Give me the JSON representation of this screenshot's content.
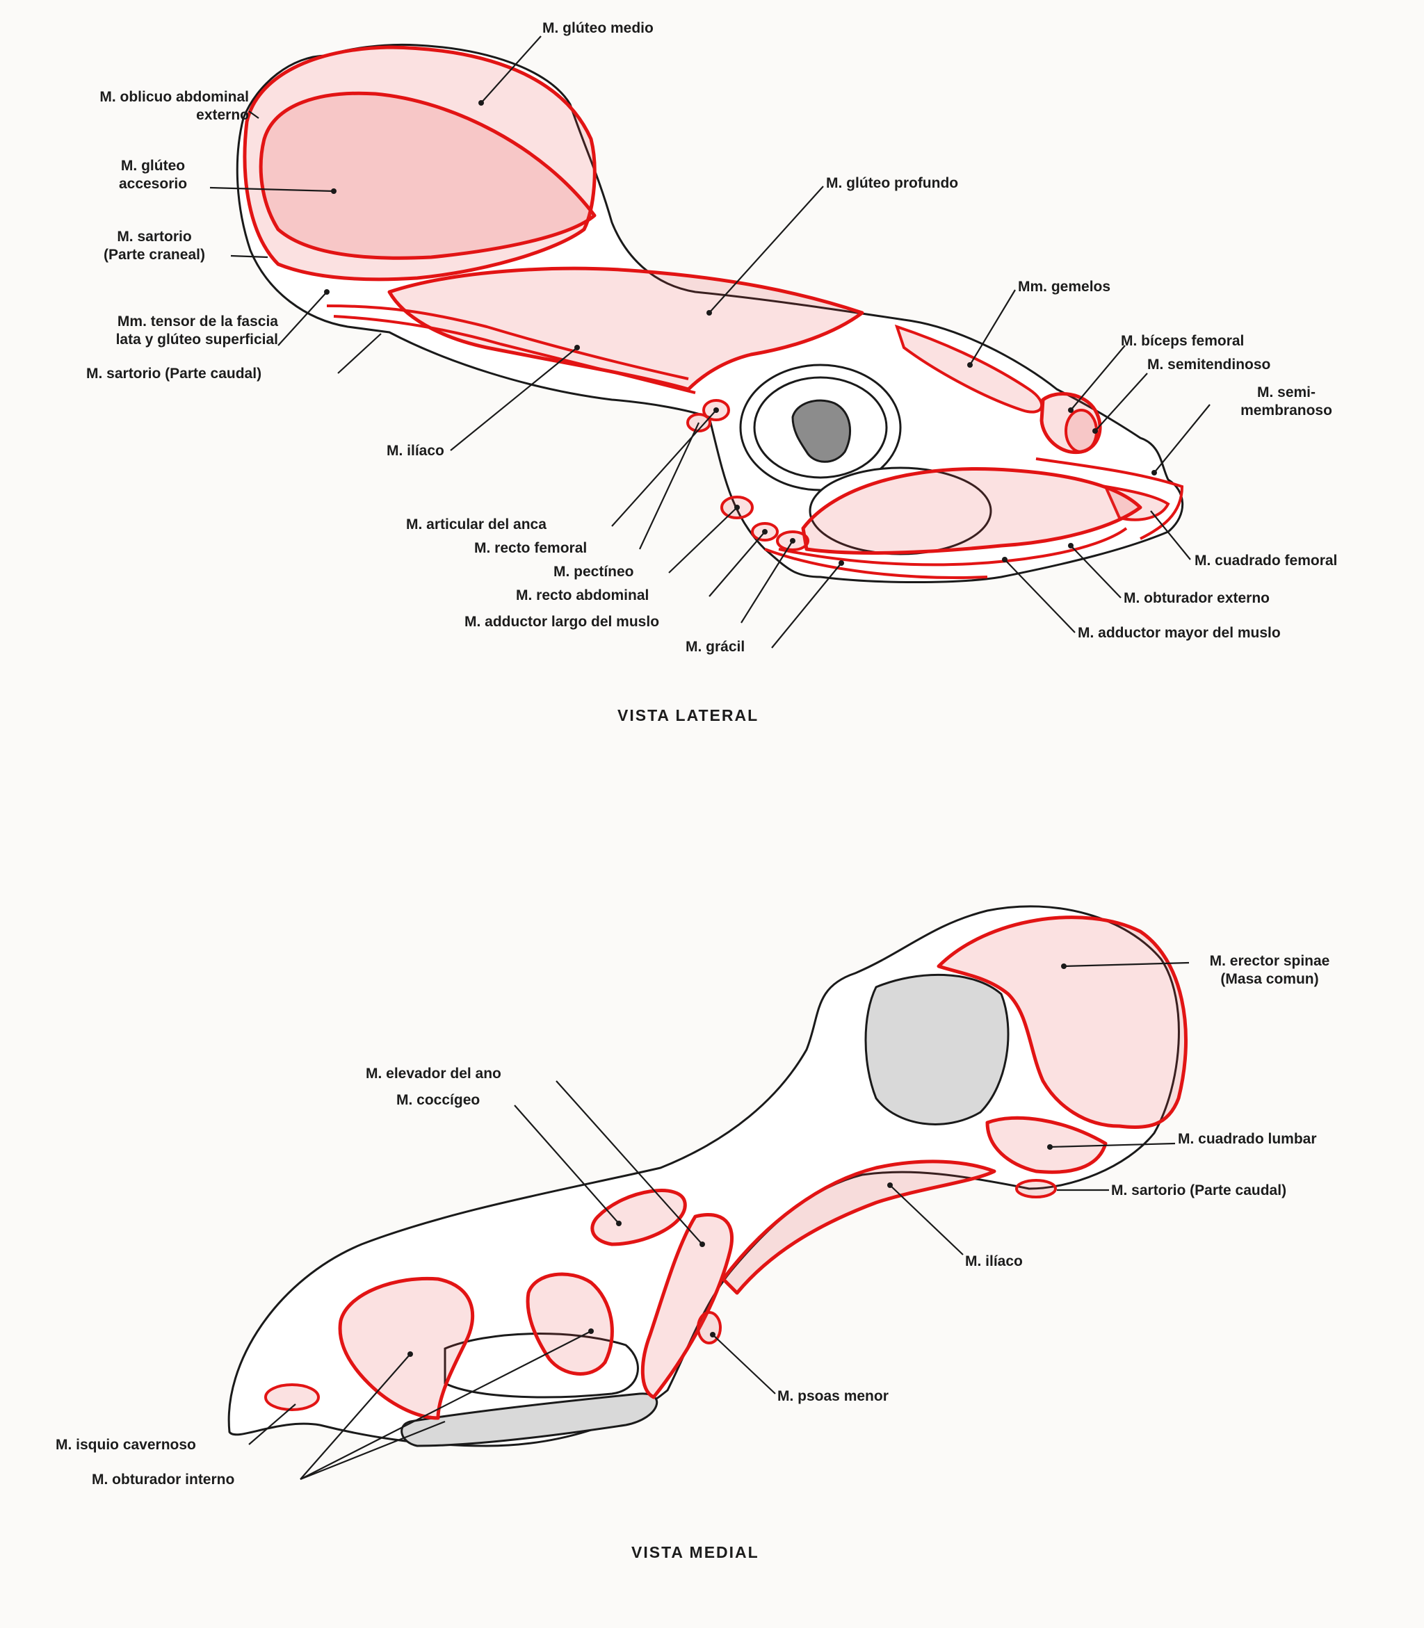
{
  "lateral": {
    "title": "VISTA LATERAL",
    "labels": {
      "gluteo_medio": "M. glúteo medio",
      "oblicuo_1": "M. oblicuo abdominal",
      "oblicuo_2": "externo",
      "gluteo_acc_1": "M. glúteo",
      "gluteo_acc_2": "accesorio",
      "sartorio_cr_1": "M. sartorio",
      "sartorio_cr_2": "(Parte craneal)",
      "tensor_1": "Mm. tensor de la fascia",
      "tensor_2": "lata y glúteo superficial",
      "sartorio_caudal": "M. sartorio (Parte caudal)",
      "iliaco": "M. ilíaco",
      "gluteo_profundo": "M. glúteo profundo",
      "gemelos": "Mm. gemelos",
      "biceps": "M. bíceps femoral",
      "semitendinoso": "M. semitendinoso",
      "semimembranoso_1": "M. semi-",
      "semimembranoso_2": "membranoso",
      "articular": "M. articular del anca",
      "recto_femoral": "M. recto femoral",
      "pectineo": "M. pectíneo",
      "recto_abdominal": "M. recto abdominal",
      "adductor_largo": "M. adductor largo del muslo",
      "gracil": "M. grácil",
      "cuadrado_femoral": "M. cuadrado femoral",
      "obturador_externo": "M. obturador externo",
      "adductor_mayor": "M. adductor mayor del muslo"
    }
  },
  "medial": {
    "title": "VISTA MEDIAL",
    "labels": {
      "erector_1": "M. erector spinae",
      "erector_2": "(Masa comun)",
      "elevador": "M. elevador del ano",
      "coccigeo": "M. coccígeo",
      "cuadrado_lumbar": "M. cuadrado lumbar",
      "sartorio_caudal": "M. sartorio (Parte caudal)",
      "iliaco": "M. ilíaco",
      "psoas": "M. psoas menor",
      "isquio": "M. isquio cavernoso",
      "obturador_interno": "M. obturador interno"
    }
  }
}
